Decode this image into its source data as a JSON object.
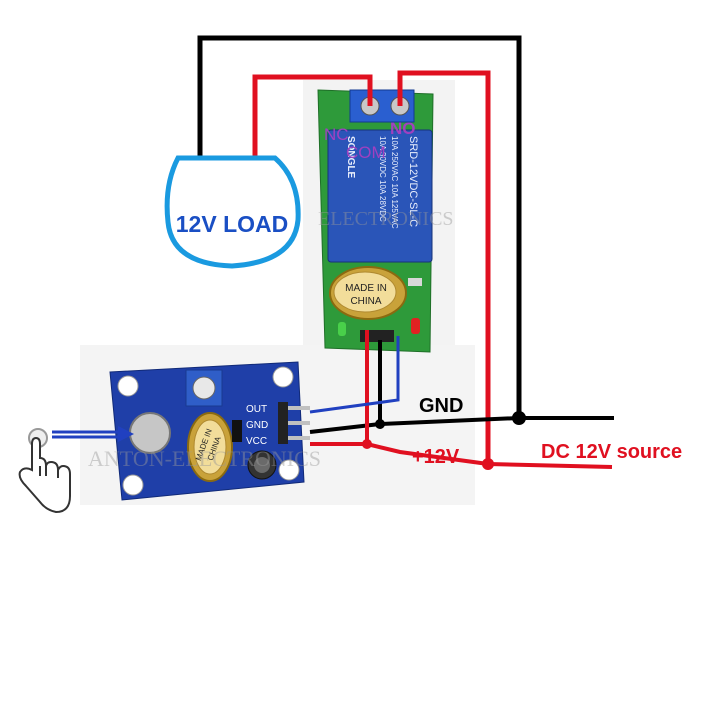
{
  "labels": {
    "load": "12V LOAD",
    "nc": "NC",
    "com": "COM",
    "no": "NO",
    "gnd": "GND",
    "plus12v": "+12V",
    "source": "DC 12V source"
  },
  "relay_board": {
    "relay_text_lines": [
      "SRD-12VDC-SL-C",
      "10A 250VAC 10A 125VAC",
      "10A 30VDC 10A 28VDC"
    ],
    "brand": "SONGLE",
    "crystal_label_line1": "MADE IN",
    "crystal_label_line2": "CHINA"
  },
  "sensor_board": {
    "pins": [
      "OUT",
      "GND",
      "VCC"
    ],
    "crystal_label_line1": "MADE IN",
    "crystal_label_line2": "CHINA"
  },
  "watermarks": [
    "ANTON-ELECTRONICS",
    "ELECTRONICS"
  ],
  "colors": {
    "wire_red": "#e01020",
    "wire_black": "#000000",
    "wire_blue": "#2040c0",
    "label_load": "#1a4fc4",
    "label_relay_terminals": "#a040c0",
    "label_gnd": "#000000",
    "label_red": "#e01020",
    "pcb_green": "#2e9a3a",
    "pcb_blue": "#1f3fa8",
    "relay_blue": "#2a55b8"
  },
  "icons": [
    "pointing-hand-icon",
    "touch-pad-icon"
  ]
}
